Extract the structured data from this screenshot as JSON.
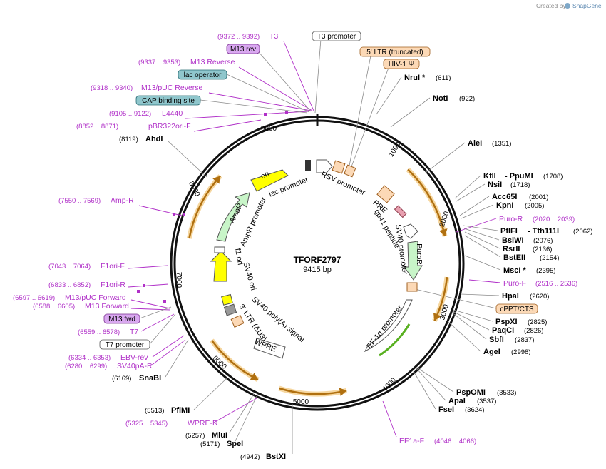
{
  "brand": {
    "created_by": "Created by",
    "name": "SnapGene"
  },
  "plasmid": {
    "name": "TFORF2797",
    "length_label": "9415 bp"
  },
  "ticks": [
    "1000",
    "2000",
    "3000",
    "4000",
    "5000",
    "6000",
    "7000",
    "8000",
    "9000"
  ],
  "sites": [
    {
      "name": "NruI *",
      "pos": "(611)"
    },
    {
      "name": "NotI",
      "pos": "(922)"
    },
    {
      "name": "AleI",
      "pos": "(1351)"
    },
    {
      "name": "KflI",
      "name2": "- PpuMI",
      "pos": "(1708)"
    },
    {
      "name": "NsiI",
      "pos": "(1718)"
    },
    {
      "name": "Acc65I",
      "pos": "(2001)"
    },
    {
      "name": "KpnI",
      "pos": "(2005)"
    },
    {
      "name": "PflFI",
      "name2": "- Tth111I",
      "pos": "(2062)"
    },
    {
      "name": "BsiWI",
      "pos": "(2076)"
    },
    {
      "name": "RsrII",
      "pos": "(2136)"
    },
    {
      "name": "BstEII",
      "pos": "(2154)"
    },
    {
      "name": "MscI *",
      "pos": "(2395)"
    },
    {
      "name": "HpaI",
      "pos": "(2620)"
    },
    {
      "name": "PspXI",
      "pos": "(2825)"
    },
    {
      "name": "PaqCI",
      "pos": "(2826)"
    },
    {
      "name": "SbfI",
      "pos": "(2837)"
    },
    {
      "name": "AgeI",
      "pos": "(2998)"
    },
    {
      "name": "PspOMI",
      "pos": "(3533)"
    },
    {
      "name": "ApaI",
      "pos": "(3537)"
    },
    {
      "name": "FseI",
      "pos": "(3624)"
    },
    {
      "name": "BstXI",
      "pos": "(4942)"
    },
    {
      "name": "SpeI",
      "pos": "(5171)"
    },
    {
      "name": "MluI",
      "pos": "(5257)"
    },
    {
      "name": "PflMI",
      "pos": "(5513)"
    },
    {
      "name": "SnaBI",
      "pos": "(6169)"
    },
    {
      "name": "AhdI",
      "pos": "(8119)"
    }
  ],
  "primers": [
    {
      "name": "T3",
      "pos": "(9372 .. 9392)"
    },
    {
      "name": "M13 Reverse",
      "pos": "(9337 .. 9353)"
    },
    {
      "name": "M13/pUC Reverse",
      "pos": "(9318 .. 9340)"
    },
    {
      "name": "L4440",
      "pos": "(9105 .. 9122)"
    },
    {
      "name": "pBR322ori-F",
      "pos": "(8852 .. 8871)"
    },
    {
      "name": "Amp-R",
      "pos": "(7550 .. 7569)"
    },
    {
      "name": "F1ori-F",
      "pos": "(7043 .. 7064)"
    },
    {
      "name": "F1ori-R",
      "pos": "(6833 .. 6852)"
    },
    {
      "name": "M13/pUC Forward",
      "pos": "(6597 .. 6619)"
    },
    {
      "name": "M13 Forward",
      "pos": "(6588 .. 6605)"
    },
    {
      "name": "T7",
      "pos": "(6559 .. 6578)"
    },
    {
      "name": "EBV-rev",
      "pos": "(6334 .. 6353)"
    },
    {
      "name": "SV40pA-R",
      "pos": "(6280 .. 6299)"
    },
    {
      "name": "WPRE-R",
      "pos": "(5325 .. 5345)"
    },
    {
      "name": "EF1a-F",
      "pos": "(4046 .. 4066)"
    },
    {
      "name": "Puro-R",
      "pos": "(2020 .. 2039)"
    },
    {
      "name": "Puro-F",
      "pos": "(2516 .. 2536)"
    }
  ],
  "boxed_labels": [
    {
      "text": "T3 promoter",
      "style": "promoter"
    },
    {
      "text": "5' LTR (truncated)",
      "style": "ltr"
    },
    {
      "text": "HIV-1 Ψ",
      "style": "ltr"
    },
    {
      "text": "M13 rev",
      "style": "primerbox"
    },
    {
      "text": "lac operator",
      "style": "teal"
    },
    {
      "text": "CAP binding site",
      "style": "teal"
    },
    {
      "text": "cPPT/CTS",
      "style": "ltr"
    },
    {
      "text": "M13 fwd",
      "style": "primerbox"
    },
    {
      "text": "T7 promoter",
      "style": "promoter"
    }
  ],
  "features": [
    "lac promoter",
    "RSV promoter",
    "RRE",
    "gp41 peptide",
    "SV40 promoter",
    "PuroR",
    "EF-1α promoter",
    "WPRE",
    "3' LTR (ΔU3)",
    "SV40 poly(A) signal",
    "f1 ori",
    "SV40 ori",
    "AmpR promoter",
    "AmpR",
    "ori"
  ],
  "colors": {
    "primer": "#b030c8",
    "orf_fill": "#f0b040",
    "orf_stroke": "#b07010",
    "ltr_fill": "#fcd9b6",
    "teal_fill": "#8fc6cc",
    "primerbox_fill": "#d9a8f0",
    "promoter_fill": "#ffffff",
    "ampr_fill": "#c8f5c8",
    "ori_fill": "#ffff00",
    "ef1a_marker": "#58b020"
  }
}
